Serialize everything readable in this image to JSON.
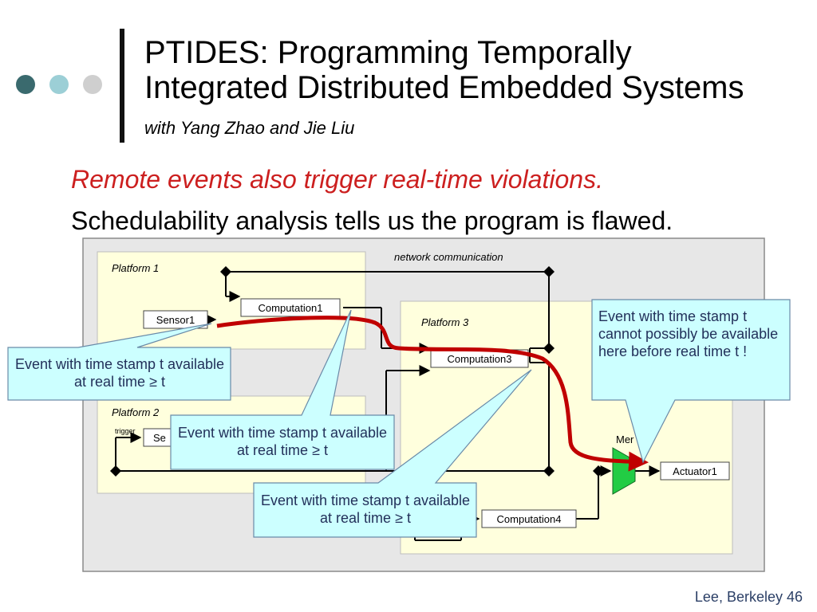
{
  "slide": {
    "title_line1": "PTIDES: Programming Temporally",
    "title_line2": "Integrated Distributed Embedded Systems",
    "subtitle": "with Yang Zhao and Jie Liu",
    "bullet_red": "Remote events also trigger real-time violations.",
    "bullet_black": "Schedulability analysis tells us the program is flawed.",
    "footer": "Lee, Berkeley 46"
  },
  "diagram": {
    "network_label": "network communication",
    "platforms": {
      "p1": "Platform 1",
      "p2": "Platform 2",
      "p3": "Platform 3"
    },
    "actors": {
      "sensor1": "Sensor1",
      "sensor2": "Se",
      "computation1": "Computation1",
      "computation3": "Computation3",
      "computation4": "Computation4",
      "actuator1": "Actuator1",
      "merge": "Mer",
      "trigger": "trigger"
    },
    "callouts": {
      "left": "Event with time stamp t available at real time ≥ t",
      "middle": "Event with time stamp t available at real time ≥ t",
      "bottom": "Event with time stamp t available at real time ≥ t",
      "right": "Event with time stamp t cannot possibly be available here before real time t !"
    },
    "colors": {
      "platform_fill": "#ffffdd",
      "canvas_fill": "#e7e7e7",
      "callout_fill": "#ccffff",
      "event_path": "#c00000",
      "merge_fill": "#22cc44"
    }
  }
}
